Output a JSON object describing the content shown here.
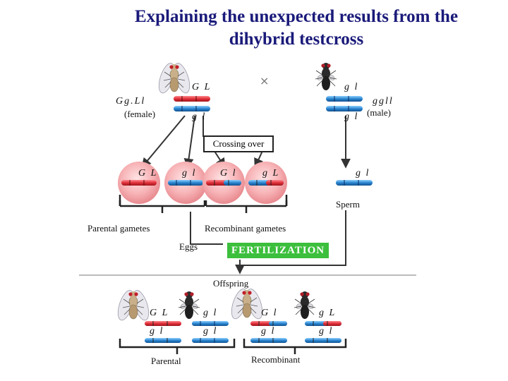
{
  "title": {
    "line1": "Explaining the unexpected results from the",
    "line2": "dihybrid testcross"
  },
  "cross": {
    "female_genotype": "Gg.Ll",
    "female_label": "(female)",
    "male_genotype": "ggll",
    "male_label": "(male)",
    "cross_symbol": "×",
    "female_top_alleles": "G L",
    "female_bottom_alleles": "g l",
    "male_top_alleles": "g l",
    "male_bottom_alleles": "g l",
    "crossing_over": "Crossing over"
  },
  "gametes": {
    "egg1": "G L",
    "egg2": "g l",
    "egg3": "G l",
    "egg4": "g L",
    "sperm": "g l",
    "sperm_label": "Sperm",
    "parental_label": "Parental gametes",
    "recombinant_label": "Recombinant gametes",
    "eggs_label": "Eggs",
    "fertilization": "FERTILIZATION"
  },
  "offspring": {
    "label": "Offspring",
    "o1_top": "G L",
    "o1_bottom": "g l",
    "o2_top": "g l",
    "o2_bottom": "g l",
    "o3_top": "G l",
    "o3_bottom": "g l",
    "o4_top": "g L",
    "o4_bottom": "g l",
    "parental_label": "Parental",
    "recombinant_label": "Recombinant"
  },
  "colors": {
    "title": "#1a1a7a",
    "red_chromosome": "#e0303a",
    "blue_chromosome": "#2a86d0",
    "egg_fill": "#f4a3a6",
    "fertilization_bg": "#3cbf3c"
  },
  "icons": {
    "fly_wildtype": "fruit-fly-wildtype-icon",
    "fly_mutant": "fruit-fly-black-vestigial-icon"
  }
}
